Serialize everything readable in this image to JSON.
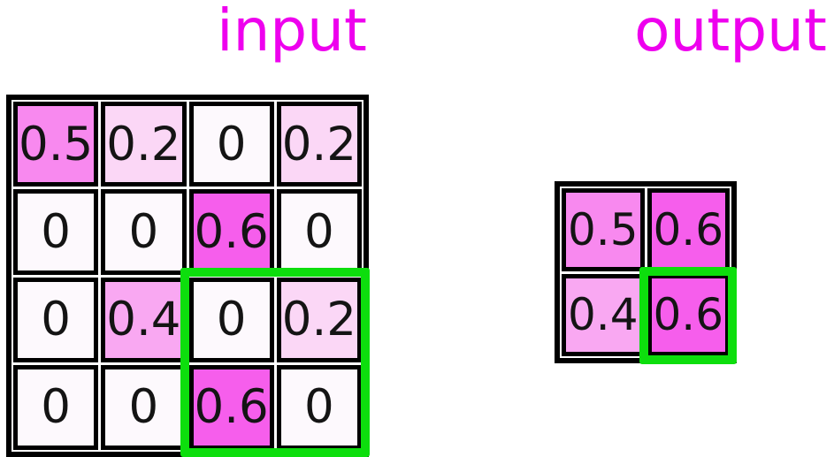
{
  "input": {
    "title": "input",
    "grid": [
      [
        "0.5",
        "0.2",
        "0",
        "0.2"
      ],
      [
        "0",
        "0",
        "0.6",
        "0"
      ],
      [
        "0",
        "0.4",
        "0",
        "0.2"
      ],
      [
        "0",
        "0",
        "0.6",
        "0"
      ]
    ],
    "highlight_window": {
      "row_start": 2,
      "col_start": 2,
      "row_span": 2,
      "col_span": 2
    }
  },
  "output": {
    "title": "output",
    "grid": [
      [
        "0.5",
        "0.6"
      ],
      [
        "0.4",
        "0.6"
      ]
    ],
    "highlight_window": {
      "row_start": 1,
      "col_start": 1,
      "row_span": 1,
      "col_span": 1
    }
  },
  "cell_colors": {
    "0": "#fdf9fd",
    "0.2": "#fbd7f6",
    "0.4": "#f9a8f2",
    "0.5": "#f889ef",
    "0.6": "#f65eec"
  },
  "colors": {
    "title_magenta": "#ee00ee",
    "highlight_green": "#0dde0d",
    "grid_border_black": "#000000",
    "cell_text_black": "#141414",
    "background_white": "#ffffff"
  }
}
